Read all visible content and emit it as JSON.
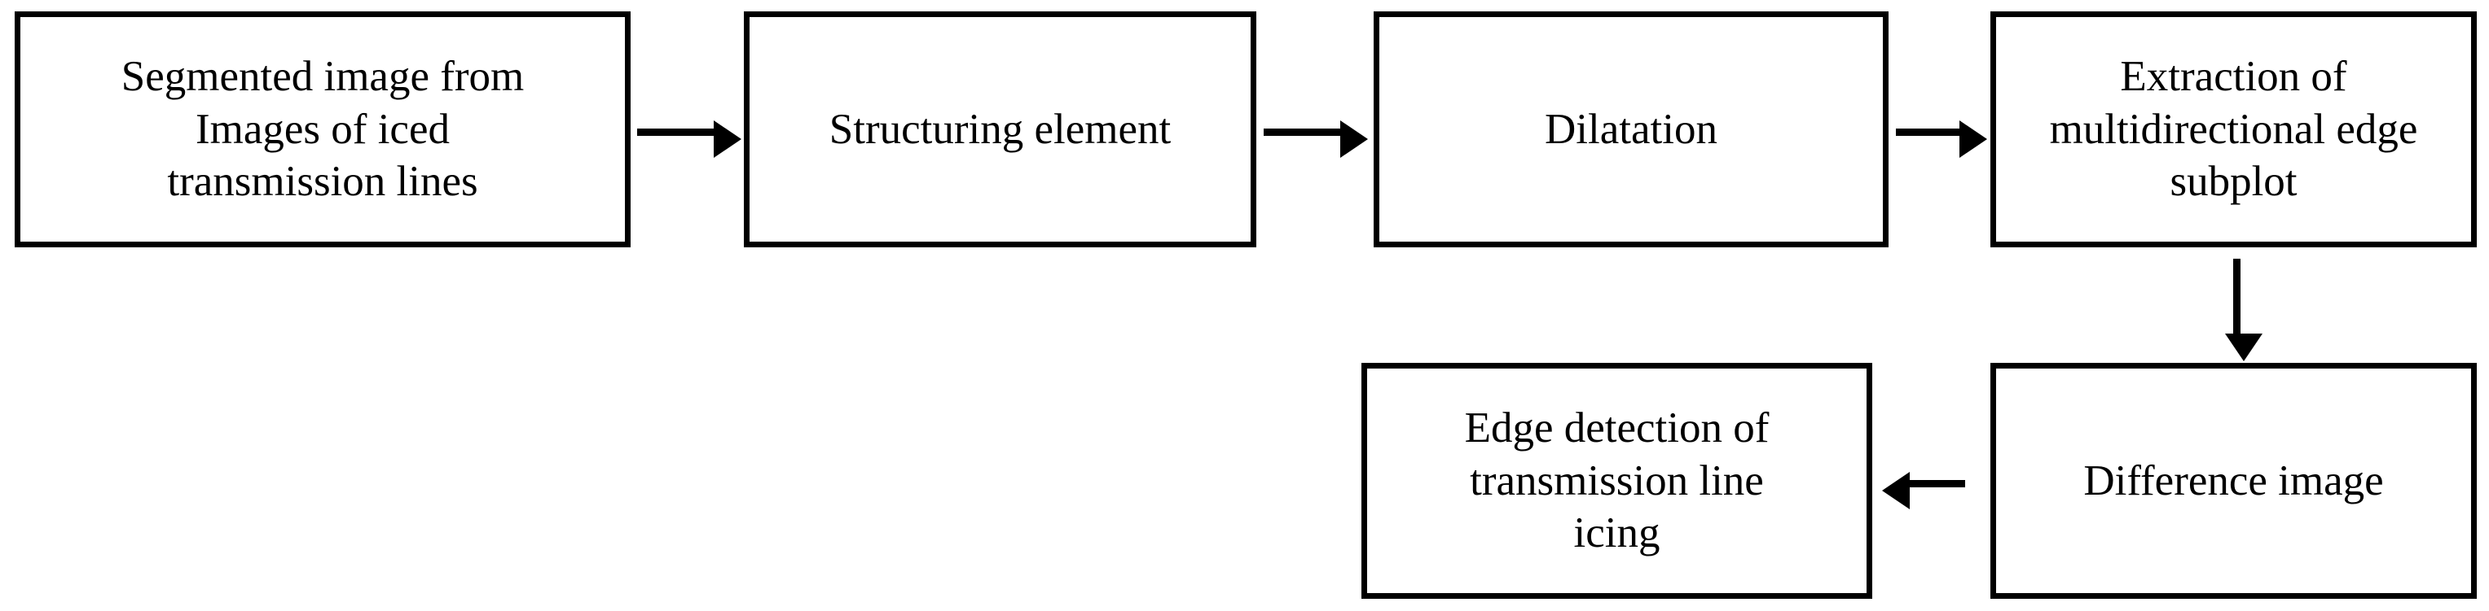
{
  "diagram": {
    "type": "flowchart",
    "nodes": [
      {
        "id": "segmented",
        "label": "Segmented image from\nImages of iced\ntransmission lines"
      },
      {
        "id": "structuring",
        "label": "Structuring element"
      },
      {
        "id": "dilatation",
        "label": "Dilatation"
      },
      {
        "id": "extraction",
        "label": "Extraction of\nmultidirectional edge\nsubplot"
      },
      {
        "id": "difference",
        "label": "Difference image"
      },
      {
        "id": "edgedetect",
        "label": "Edge detection of\ntransmission line\nicing"
      }
    ],
    "edges": [
      {
        "from": "segmented",
        "to": "structuring",
        "direction": "right"
      },
      {
        "from": "structuring",
        "to": "dilatation",
        "direction": "right"
      },
      {
        "from": "dilatation",
        "to": "extraction",
        "direction": "right"
      },
      {
        "from": "extraction",
        "to": "difference",
        "direction": "down"
      },
      {
        "from": "difference",
        "to": "edgedetect",
        "direction": "left"
      }
    ],
    "colors": {
      "stroke": "#000000",
      "fill": "#ffffff",
      "text": "#000000"
    }
  }
}
